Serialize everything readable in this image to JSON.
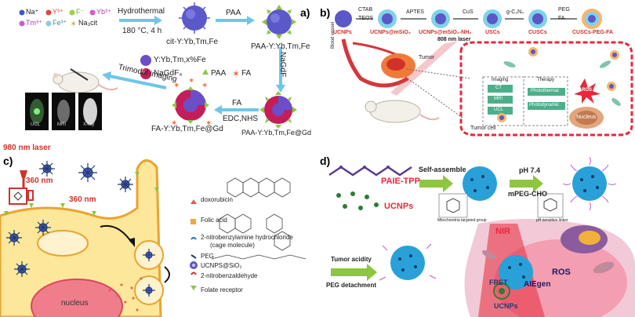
{
  "panel_a": {
    "label": "a)",
    "legend_ions": {
      "na": "Na⁺",
      "y": "Y³⁺",
      "f": "F⁻",
      "yb": "Yb³⁺",
      "tm": "Tm³⁺",
      "fe": "Fe³⁺",
      "cit": "Na₃cit"
    },
    "step1_top": "Hydrothermal",
    "step1_bottom": "180 °C, 4 h",
    "step2": "PAA",
    "np1": "cit-Y:Yb,Tm,Fe",
    "np2": "PAA-Y:Yb,Tm,Fe",
    "legend_core": "Y:Yb,Tm,x%Fe",
    "legend_shell": "NaGdF₄",
    "legend_paa": "PAA",
    "legend_fa": "FA",
    "step3": "NaGdF",
    "imaging": "Trimodal imaging",
    "step4_top": "FA",
    "step4_bottom": "EDC,NHS",
    "np3": "FA-Y:Yb,Tm,Fe@Gd",
    "np4": "PAA-Y:Yb,Tm,Fe@Gd",
    "img_labels": [
      "UCL",
      "MRI",
      "X-ray"
    ]
  },
  "panel_b": {
    "label": "b)",
    "reagents": [
      "CTAB\nTEOS",
      "APTES",
      "CuS",
      "g-C₃N₄",
      "PEG\nFA"
    ],
    "stages": [
      "UCNPs",
      "UCNPs@mSiO₂",
      "UCNPs@mSiO₂-NH₂",
      "USCs",
      "CUSCs",
      "CUSCs-PEG-FA"
    ],
    "laser": "808 nm laser",
    "blood": "Blood vessel",
    "tumor": "Tumor",
    "imaging": "Imaging",
    "therapy": "Therapy",
    "imaging_items": [
      "CT",
      "MRI",
      "UCL"
    ],
    "therapy_items": [
      "Photothermal",
      "Photodynamic"
    ],
    "ros": "ROS",
    "nucleus": "Nucleus",
    "cell": "Tumor cell"
  },
  "panel_c": {
    "label": "c)",
    "laser": "980 nm laser",
    "nm1": "360 nm",
    "nm2": "360 nm",
    "nucleus": "nucleus",
    "legend": [
      "doxorubicin",
      "Folic acid",
      "2-nitrobenzylamine hydrochloride",
      "(cage molecule)",
      "PEG",
      "UCNPS@SiO₂",
      "2-nitrobenzaldehyde",
      "Folate receptor"
    ]
  },
  "panel_d": {
    "label": "d)",
    "polymer": "PAIE-TPP",
    "ucnps": "UCNPs",
    "self_assemble": "Self-assemble",
    "ph": "pH 7.4",
    "mpeg": "mPEG-CHO",
    "mito": "Mitochondria targeted group",
    "ph_linker": "pH sensitive linker",
    "acidity": "Tumor acidity",
    "detach": "PEG detachment",
    "nir": "NIR",
    "ros": "ROS",
    "fret": "FRET",
    "aiegen": "AIEgen",
    "ucnps2": "UCNPs"
  },
  "colors": {
    "arrow_green": "#8ec63f",
    "arrow_blue": "#6ec6e8",
    "cell_yellow": "#fde79a",
    "nucleus_pink": "#f07e8a",
    "dark_navy": "#1d3d6e",
    "tumor_red": "#e8283a"
  }
}
